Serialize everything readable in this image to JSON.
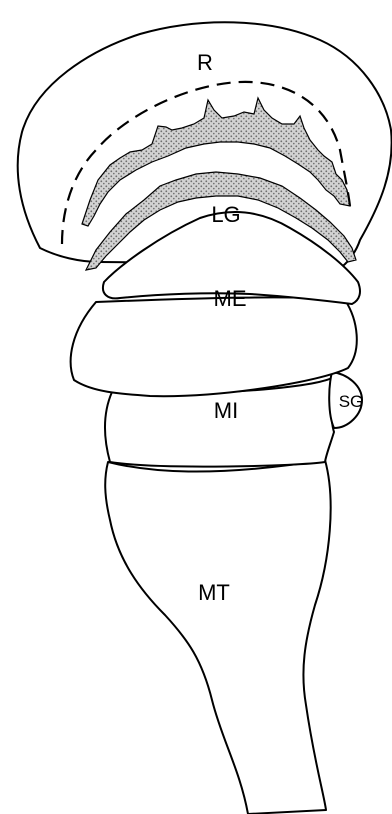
{
  "labels": {
    "r": "R",
    "lg": "LG",
    "me": "ME",
    "mi": "MI",
    "sg": "SG",
    "mt": "MT"
  },
  "colors": {
    "line": "#000000",
    "fill": "#ffffff",
    "stipple_bg": "#d2d2d2",
    "stipple_dot": "#6e6e6e"
  }
}
